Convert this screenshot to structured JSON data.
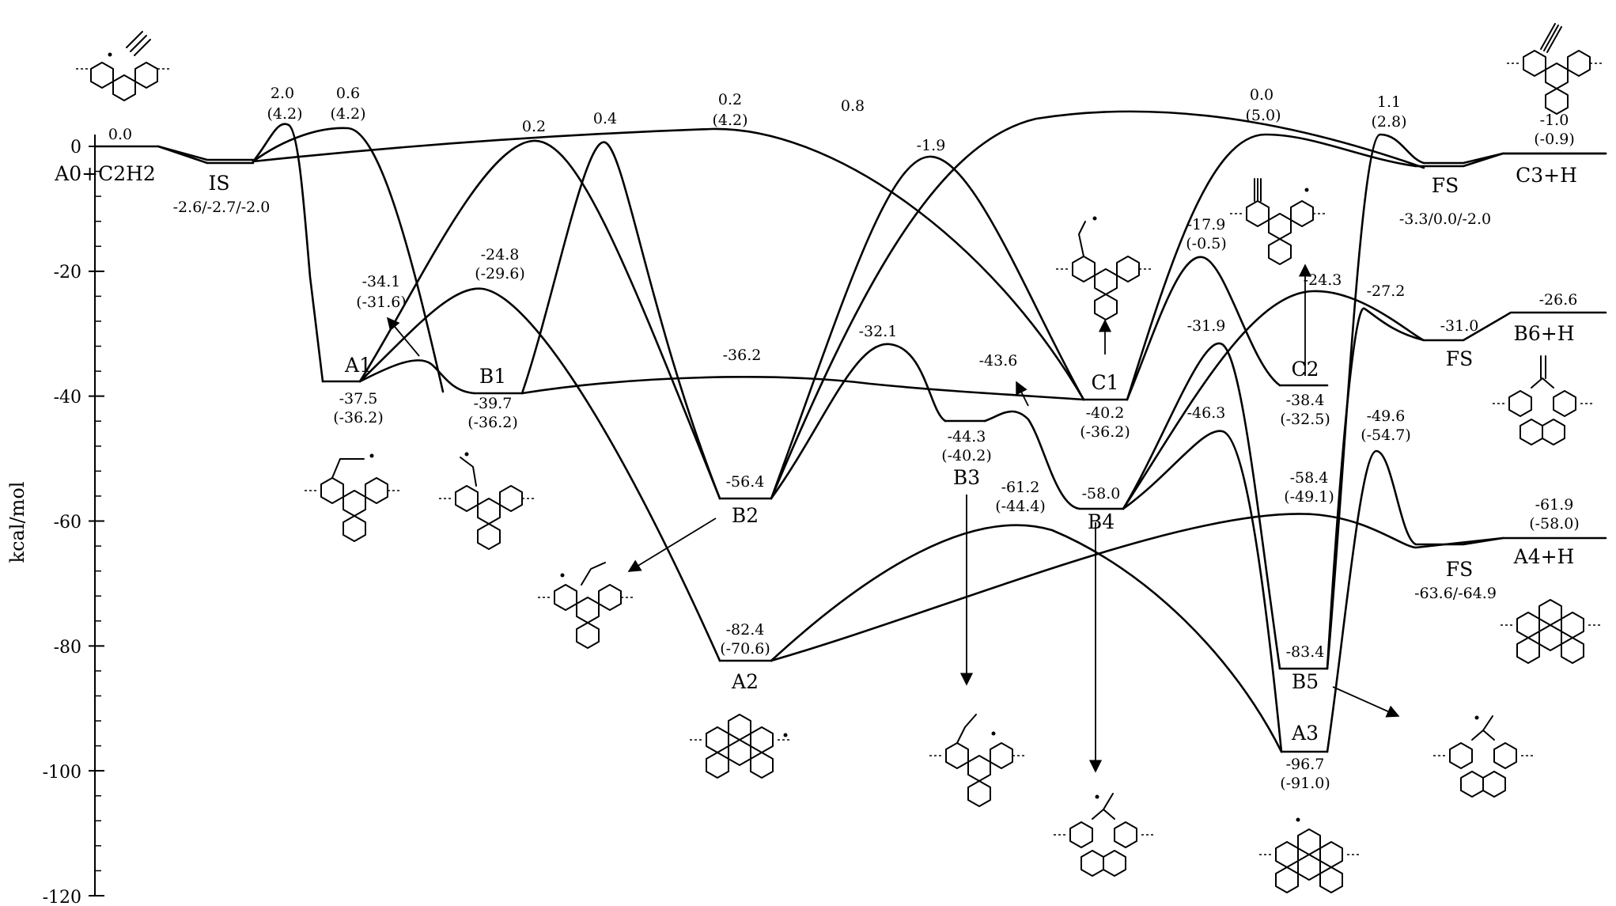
{
  "axis": {
    "ylabel": "kcal/mol",
    "ymin": -120,
    "ymax": 0,
    "major_ticks": [
      0,
      -20,
      -40,
      -60,
      -80,
      -100,
      -120
    ],
    "tick_labels": [
      "0",
      "-20",
      "-40",
      "-60",
      "-80",
      "-100",
      "-120"
    ]
  },
  "species": {
    "A0": {
      "name": "A0+C2H2",
      "energy": "0.0"
    },
    "IS": {
      "name": "IS",
      "energy": "-2.6/-2.7/-2.0"
    },
    "A1": {
      "name": "A1",
      "energy": "-37.5",
      "energy2": "(-36.2)"
    },
    "B1": {
      "name": "B1",
      "energy": "-39.7",
      "energy2": "(-36.2)"
    },
    "B2": {
      "name": "B2",
      "energy": "-56.4"
    },
    "A2": {
      "name": "A2",
      "energy": "-82.4",
      "energy2": "(-70.6)"
    },
    "B3": {
      "name": "B3",
      "energy": "-44.3",
      "energy2": "(-40.2)"
    },
    "B4": {
      "name": "B4",
      "energy": "-58.0"
    },
    "C1": {
      "name": "C1",
      "energy": "-40.2",
      "energy2": "(-36.2)"
    },
    "C2": {
      "name": "C2",
      "energy": "-38.4",
      "energy2": "(-32.5)"
    },
    "B5": {
      "name": "B5",
      "energy": "-83.4"
    },
    "A3": {
      "name": "A3",
      "energy": "-96.7",
      "energy2": "(-91.0)"
    },
    "FS1": {
      "name": "FS",
      "energy": "-3.3/0.0/-2.0"
    },
    "C3H": {
      "name": "C3+H",
      "energy": "-1.0",
      "energy2": "(-0.9)"
    },
    "FS2": {
      "name": "FS",
      "energy": "-31.0"
    },
    "B6H": {
      "name": "B6+H",
      "energy": "-26.6"
    },
    "FS3": {
      "name": "FS",
      "energy": "-63.6/-64.9"
    },
    "A4H": {
      "name": "A4+H",
      "energy": "-61.9",
      "energy2": "(-58.0)"
    }
  },
  "transition_states": [
    {
      "energy": "2.0",
      "energy2": "(4.2)"
    },
    {
      "energy": "0.6",
      "energy2": "(4.2)"
    },
    {
      "energy": "0.2"
    },
    {
      "energy": "0.4"
    },
    {
      "energy": "0.2",
      "energy2": "(4.2)"
    },
    {
      "energy": "0.8"
    },
    {
      "energy": "-1.9"
    },
    {
      "energy": "0.0",
      "energy2": "(5.0)"
    },
    {
      "energy": "1.1",
      "energy2": "(2.8)"
    },
    {
      "energy": "-34.1",
      "energy2": "(-31.6)"
    },
    {
      "energy": "-24.8",
      "energy2": "(-29.6)"
    },
    {
      "energy": "-36.2"
    },
    {
      "energy": "-32.1"
    },
    {
      "energy": "-43.6"
    },
    {
      "energy": "-17.9",
      "energy2": "(-0.5)"
    },
    {
      "energy": "-24.3"
    },
    {
      "energy": "-27.2"
    },
    {
      "energy": "-31.9"
    },
    {
      "energy": "-46.3"
    },
    {
      "energy": "-61.2",
      "energy2": "(-44.4)"
    },
    {
      "energy": "-58.4",
      "energy2": "(-49.1)"
    },
    {
      "energy": "-49.6",
      "energy2": "(-54.7)"
    }
  ]
}
